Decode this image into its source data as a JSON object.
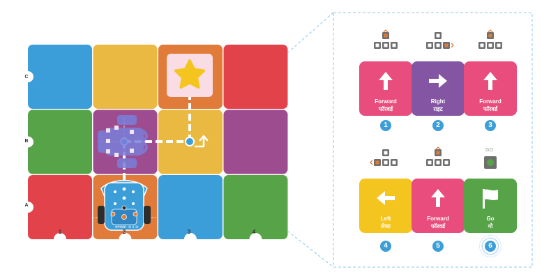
{
  "board": {
    "row_labels": [
      "C",
      "B",
      "A"
    ],
    "column_labels": [
      "1",
      "2",
      "3",
      "4"
    ],
    "grid_colors": [
      [
        "#3c9ed8",
        "#e9b942",
        "#e07b39",
        "#e2434b"
      ],
      [
        "#56a447",
        "#9d4c8f",
        "#e9b942",
        "#9d4c8f"
      ],
      [
        "#e2434b",
        "#e07b39",
        "#3c9ed8",
        "#56a447"
      ]
    ],
    "goal": "star-icon",
    "robot_text": [
      "सम्पादक",
      "ऊ 1 ऊ"
    ]
  },
  "program": {
    "steps": [
      {
        "number": "1",
        "label": "Forward",
        "label_hi": "फॉरवर्ड",
        "color": "#e84d7d",
        "icon": "arrow-up-icon"
      },
      {
        "number": "2",
        "label": "Right",
        "label_hi": "राइट",
        "color": "#8455a3",
        "icon": "arrow-right-icon"
      },
      {
        "number": "3",
        "label": "Forward",
        "label_hi": "फॉरवर्ड",
        "color": "#e84d7d",
        "icon": "arrow-up-icon"
      },
      {
        "number": "4",
        "label": "Left",
        "label_hi": "लेफ्ट",
        "color": "#f5c51f",
        "icon": "arrow-left-icon"
      },
      {
        "number": "5",
        "label": "Forward",
        "label_hi": "फॉरवर्ड",
        "color": "#e84d7d",
        "icon": "arrow-up-icon"
      },
      {
        "number": "6",
        "label": "Go",
        "label_hi": "गो",
        "color": "#56a447",
        "icon": "flag-icon"
      }
    ],
    "go_caption": "GO",
    "active_step": "6"
  },
  "colors": {
    "accent": "#3c9ed8",
    "callout_border": "#8cc8ec"
  }
}
